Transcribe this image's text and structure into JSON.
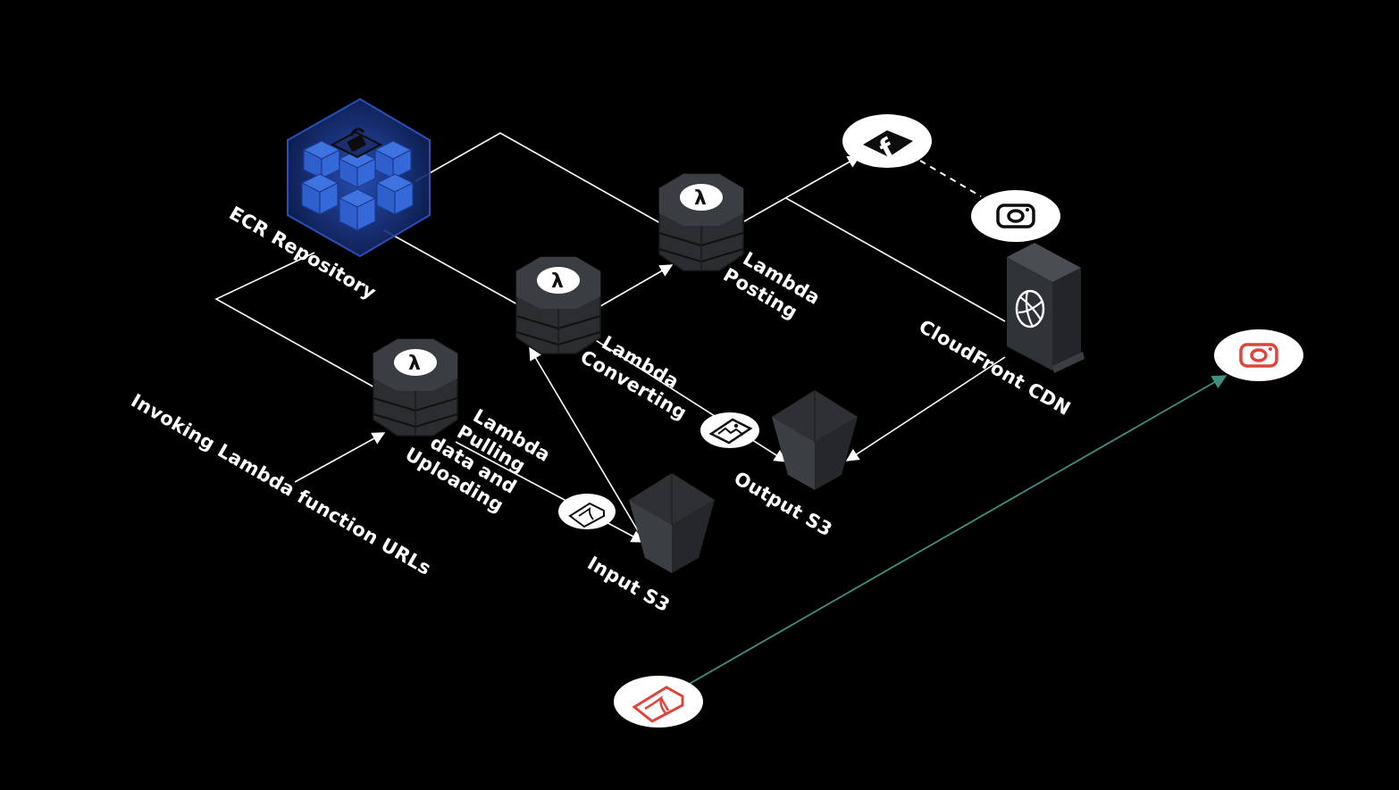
{
  "colors": {
    "background": "#000000",
    "line": "#ffffff",
    "accent_line": "#3f8f82",
    "ecr_blue": "#3b6fd9",
    "ecr_glow": "#1c3f9e",
    "node_dark": "#2b2d30",
    "node_mid": "#3a3d42",
    "social_red": "#e0443b"
  },
  "nodes": {
    "ecr": {
      "label": "ECR Repository",
      "icon": "lock-icon"
    },
    "lambda_pull": {
      "label_lines": [
        "Lambda",
        "Pulling",
        "data and",
        "Uploading"
      ],
      "icon": "lambda-icon"
    },
    "lambda_convert": {
      "label_lines": [
        "Lambda",
        "Converting"
      ],
      "icon": "lambda-icon"
    },
    "lambda_post": {
      "label_lines": [
        "Lambda",
        "Posting"
      ],
      "icon": "lambda-icon"
    },
    "input_s3": {
      "label": "Input S3",
      "icon": "bucket-icon"
    },
    "output_s3": {
      "label": "Output S3",
      "icon": "bucket-icon"
    },
    "cloudfront": {
      "label": "CloudFront CDN",
      "icon": "globe-icon"
    },
    "facebook": {
      "icon": "facebook-icon"
    },
    "instagram_white": {
      "icon": "instagram-icon"
    },
    "instagram_red": {
      "icon": "instagram-icon"
    },
    "pdf_red": {
      "icon": "pdf-icon"
    },
    "pdf_small": {
      "icon": "pdf-icon"
    },
    "image_small": {
      "icon": "image-icon"
    }
  },
  "annotations": {
    "invoke": "Invoking Lambda function URLs"
  }
}
